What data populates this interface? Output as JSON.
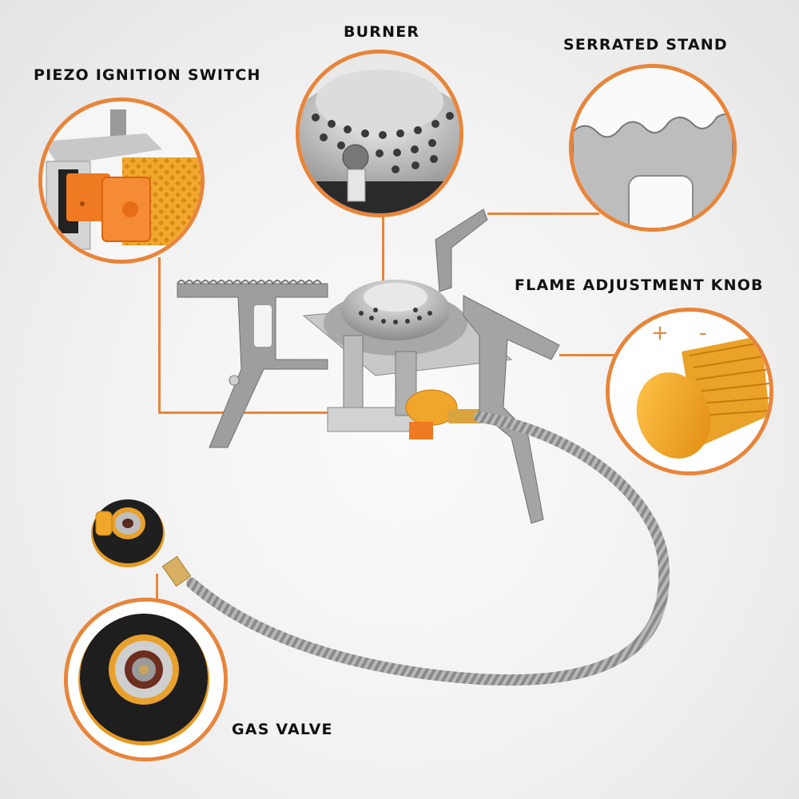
{
  "callouts": {
    "piezo": {
      "label": "PIEZO IGNITION SWITCH"
    },
    "burner": {
      "label": "BURNER"
    },
    "stand": {
      "label": "SERRATED STAND"
    },
    "knob": {
      "label": "FLAME ADJUSTMENT KNOB",
      "plus": "+",
      "minus": "-"
    },
    "valve": {
      "label": "GAS VALVE"
    }
  },
  "colors": {
    "accent": "#e8853a",
    "steel": "#b9b9b9",
    "brass": "#f0a62a",
    "ignition": "#f07a22",
    "black_ring": "#1e1e1e"
  }
}
